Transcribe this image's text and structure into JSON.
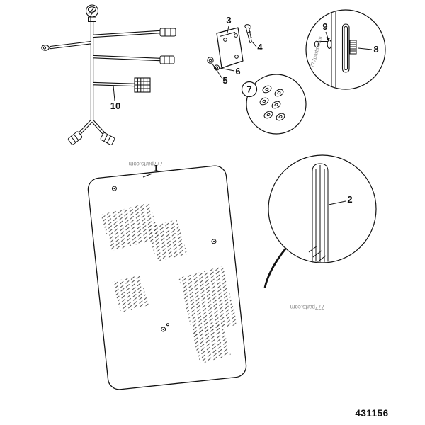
{
  "diagram": {
    "part_number": "431156",
    "watermark": "777parts.com",
    "callouts": {
      "panel": "1",
      "seal_strip": "2",
      "bracket": "3",
      "screw": "4",
      "washer_small": "5",
      "washer_large": "6",
      "grommets": "7",
      "latch": "8",
      "pin": "9",
      "harness": "10"
    }
  }
}
